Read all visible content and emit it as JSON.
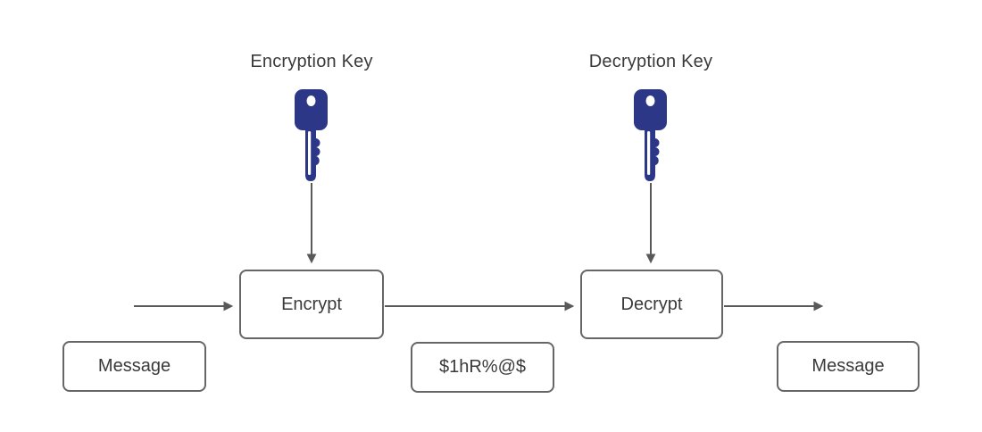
{
  "diagram": {
    "labels": {
      "encryption_key": "Encryption Key",
      "decryption_key": "Decryption Key"
    },
    "nodes": {
      "encrypt": "Encrypt",
      "decrypt": "Decrypt",
      "message_source": "Message",
      "ciphertext": "$1hR%@$",
      "message_output": "Message"
    },
    "icons": {
      "encryption_key_icon": "key-icon",
      "decryption_key_icon": "key-icon"
    },
    "colors": {
      "key_fill": "#2d3787",
      "line": "#595959",
      "box_border": "#666666",
      "text": "#3a3a3a",
      "background": "#ffffff"
    }
  }
}
